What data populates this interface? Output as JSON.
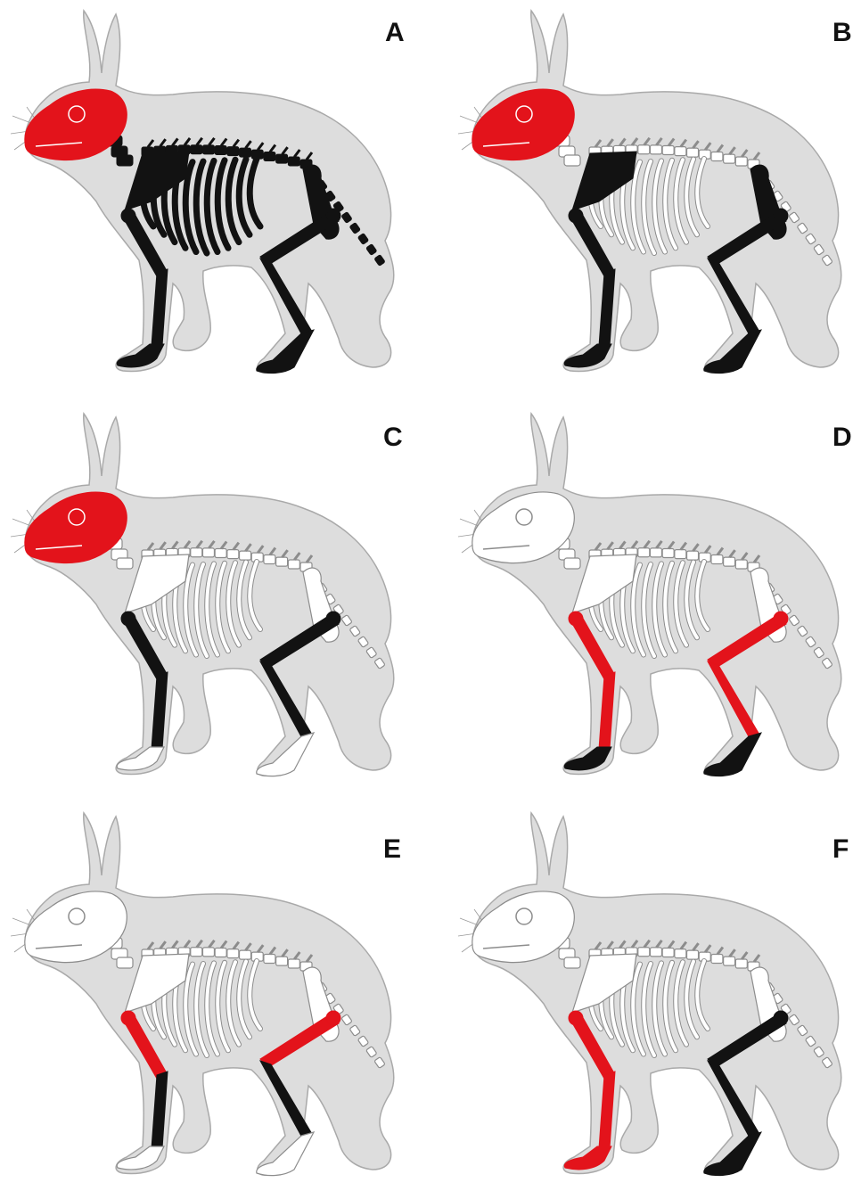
{
  "panels": [
    {
      "label": "A",
      "highlight": {
        "skull": "red",
        "spine": "black",
        "ribs": "black",
        "scapula": "black",
        "pelvis": "black",
        "tail": "black",
        "upper_fore": "black",
        "lower_fore": "black",
        "fore_foot": "black",
        "upper_hind": "black",
        "lower_hind": "black",
        "hind_foot": "black"
      }
    },
    {
      "label": "B",
      "highlight": {
        "skull": "red",
        "spine": "none",
        "ribs": "none",
        "scapula": "black",
        "pelvis": "black",
        "tail": "none",
        "upper_fore": "black",
        "lower_fore": "black",
        "fore_foot": "black",
        "upper_hind": "black",
        "lower_hind": "black",
        "hind_foot": "black"
      }
    },
    {
      "label": "C",
      "highlight": {
        "skull": "red",
        "spine": "none",
        "ribs": "none",
        "scapula": "none",
        "pelvis": "none",
        "tail": "none",
        "upper_fore": "black",
        "lower_fore": "black",
        "fore_foot": "none",
        "upper_hind": "black",
        "lower_hind": "black",
        "hind_foot": "none"
      }
    },
    {
      "label": "D",
      "highlight": {
        "skull": "none",
        "spine": "none",
        "ribs": "none",
        "scapula": "none",
        "pelvis": "none",
        "tail": "none",
        "upper_fore": "red",
        "lower_fore": "red",
        "fore_foot": "black",
        "upper_hind": "red",
        "lower_hind": "red",
        "hind_foot": "black"
      }
    },
    {
      "label": "E",
      "highlight": {
        "skull": "none",
        "spine": "none",
        "ribs": "none",
        "scapula": "none",
        "pelvis": "none",
        "tail": "none",
        "upper_fore": "red",
        "lower_fore": "black",
        "fore_foot": "none",
        "upper_hind": "red",
        "lower_hind": "black",
        "hind_foot": "none"
      }
    },
    {
      "label": "F",
      "highlight": {
        "skull": "none",
        "spine": "none",
        "ribs": "none",
        "scapula": "none",
        "pelvis": "none",
        "tail": "none",
        "upper_fore": "red",
        "lower_fore": "red",
        "fore_foot": "red",
        "upper_hind": "black",
        "lower_hind": "black",
        "hind_foot": "black"
      }
    }
  ],
  "colors": {
    "red": "#e3131b",
    "black": "#121212",
    "none": "#ffffff",
    "silhouette_fill": "#dddddd",
    "silhouette_stroke": "#a9a9a9",
    "bone_outline": "#8c8c8c"
  }
}
